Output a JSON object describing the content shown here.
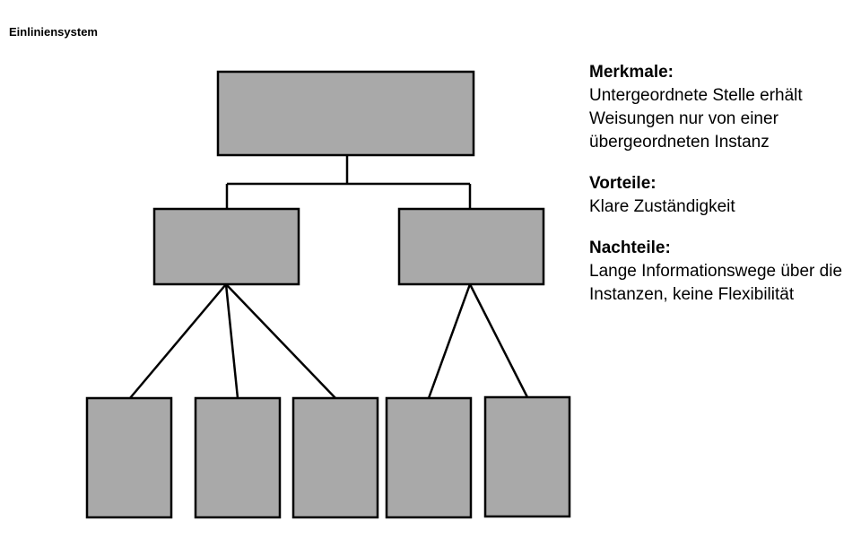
{
  "title": "Einliniensystem",
  "info": {
    "merkmale": {
      "heading": "Merkmale:",
      "text": "Untergeordnete Stelle erhält Weisungen nur von einer übergeordneten Instanz"
    },
    "vorteile": {
      "heading": "Vorteile:",
      "text": "Klare Zuständigkeit"
    },
    "nachteile": {
      "heading": "Nachteile:",
      "text": "Lange Informationswege über die Instanzen, keine Flexibilität"
    }
  },
  "colors": {
    "box_fill": "#a9a9a9",
    "line": "#000000"
  }
}
